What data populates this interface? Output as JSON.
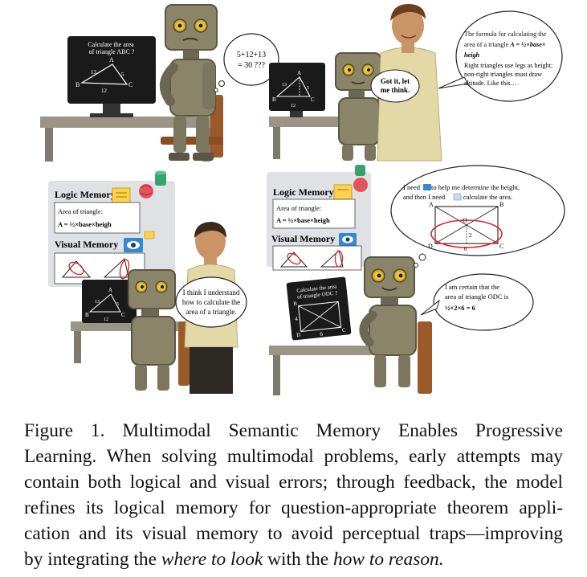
{
  "panels": {
    "p1": {
      "screen_text": "Calculate the area of triangle ABC ?",
      "labels": {
        "A": "A",
        "B": "B",
        "C": "C",
        "s13": "13",
        "s5": "5",
        "s12": "12"
      },
      "thought_line1": "5+12+13",
      "thought_line2": "= 30 ???"
    },
    "p2": {
      "teacher_line1_prefix": "The formula for calculating the",
      "teacher_line2_prefix": "area of a triangle ",
      "teacher_formula": "A = ½×base×",
      "teacher_formula_tail": "heigh",
      "teacher_line4": "Right triangles use legs as height;",
      "teacher_line5": "non-right triangles must draw",
      "teacher_line6": "altitude. Like this…",
      "robot_reply": "Got it, let me think.",
      "robot_reply_line1": "Got it, let",
      "robot_reply_line2": "me think.",
      "labels": {
        "A": "A",
        "B": "B",
        "C": "C",
        "s13": "13",
        "s5": "5",
        "s12": "12"
      }
    },
    "p3": {
      "logic_title": "Logic Memory",
      "logic_line1": "Area of triangle:",
      "logic_formula": "A = ½×base×heigh",
      "visual_title": "Visual Memory",
      "bubble_line1": "I think I understand",
      "bubble_line2": "how to calculate the",
      "bubble_line3": "area of a triangle.",
      "labels": {
        "A": "A",
        "B": "B",
        "C": "C",
        "s13": "13",
        "s5": "5",
        "s12": "12"
      }
    },
    "p4": {
      "logic_title": "Logic Memory",
      "logic_line1": "Area of triangle:",
      "logic_formula": "A = ½×base×heigh",
      "visual_title": "Visual Memory",
      "screen_line1": "Calculate the area",
      "screen_line2": "of triangle ODC ?",
      "thought_line1_a": "I need",
      "thought_line1_b": "to help me determine the height,",
      "thought_line2_a": "and then I need",
      "thought_line2_b": "to calculate the area.",
      "labels": {
        "A": "A",
        "B": "B",
        "C": "C",
        "D": "D",
        "O": "O",
        "s2": "2",
        "s6": "6",
        "s4": "4"
      },
      "answer_line1": "I am certain that the",
      "answer_line2": "area of triangle ODC is",
      "answer_line3": "½×2×6 = 6"
    }
  },
  "caption": {
    "line1": "Figure 1.  Multimodal Semantic Memory Enables Progressive",
    "line2": "Learning. When solving multimodal problems, early attempts may",
    "line3": "contain both logical and visual errors; through feedback, the model",
    "line4": "refines its logical memory for question-appropriate theorem appli-",
    "line5a": "cation and its visual memory to avoid perceptual traps—improving",
    "line6_pre": "by integrating the ",
    "line6_em1": "where to look",
    "line6_mid": " with the ",
    "line6_em2": "how to reason."
  },
  "colors": {
    "robot_body": "#8a8468",
    "robot_dark": "#5b5643",
    "desk": "#9b9585",
    "screen": "#141414",
    "chair": "#9a5a2a",
    "shirt": "#e3d9a7",
    "memory_bg": "#dfe1e4",
    "red_marker": "#d7262a",
    "brain": "#e2545d",
    "db": "#35a46c"
  }
}
